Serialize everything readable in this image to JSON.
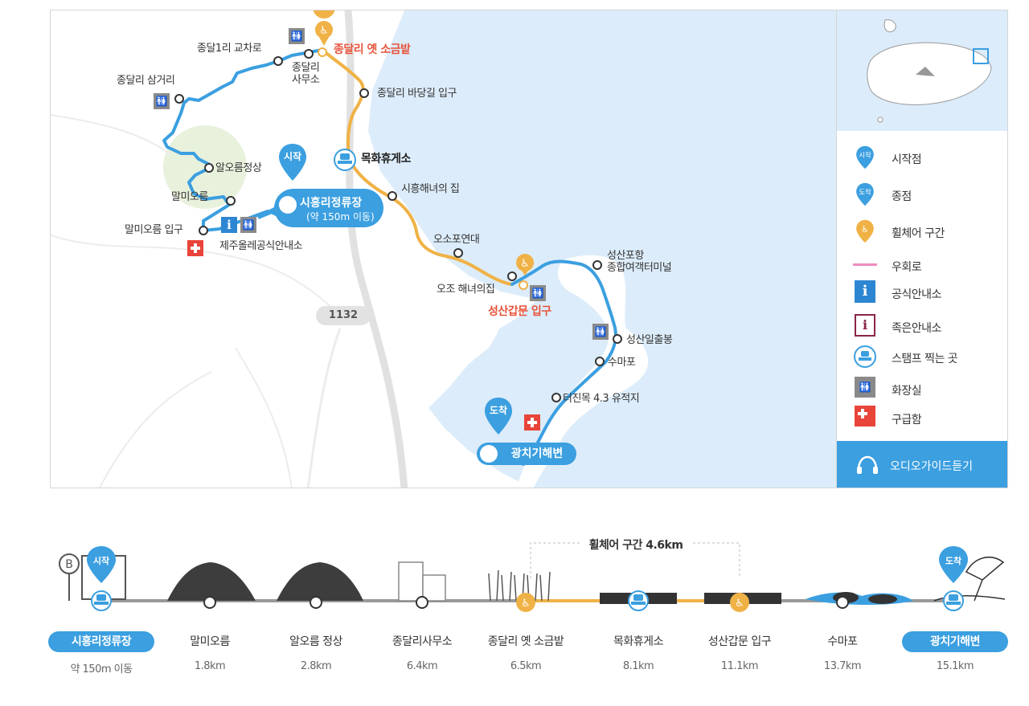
{
  "map": {
    "labels": {
      "jongdal1_junction": "종달1리 교차로",
      "jongdal_office": "종달리\n사무소",
      "jongdal_saltfield": "종달리 옛 소금밭",
      "jongdal_batang": "종달리 바당길 입구",
      "jongdal_samgeori": "종달리 삼거리",
      "mokhwa_rest": "목화휴게소",
      "aloreum_summit": "알오름정상",
      "malmioreum": "말미오름",
      "malmioreum_entrance": "말미오름 입구",
      "olle_info": "제주올레공식안내소",
      "siheung_haenyeo": "시흥해녀의 집",
      "osopo": "오소포연대",
      "ojo_haenyeo": "오조 해녀의집",
      "seongsan_gate": "성산갑문 입구",
      "seongsan_port": "성산포항\n종합여객터미널",
      "seongsan_sunrise": "성산일출봉",
      "sumapo": "수마포",
      "teojinmok": "터진목 4.3 유적지",
      "road_number": "1132"
    },
    "start_pill": {
      "line1": "시흥리정류장",
      "line2": "(약 150m 이동)"
    },
    "end_pill": "광치기해변",
    "start_pin": "시작",
    "end_pin": "도착",
    "colors": {
      "route": "#3b9fe0",
      "wheelchair": "#f0b246",
      "detour": "#f08cc0",
      "sea": "#dcecfa",
      "land": "#ffffff",
      "oreum": "#e8f1dc"
    }
  },
  "legend": {
    "items": [
      {
        "icon": "start-pin-icon",
        "pin_text": "시작",
        "label": "시작점"
      },
      {
        "icon": "end-pin-icon",
        "pin_text": "도착",
        "label": "종점"
      },
      {
        "icon": "wheelchair-pin-icon",
        "label": "휠체어 구간"
      },
      {
        "icon": "detour-line-icon",
        "label": "우회로"
      },
      {
        "icon": "official-info-icon",
        "label": "공식안내소"
      },
      {
        "icon": "small-info-icon",
        "label": "족은안내소"
      },
      {
        "icon": "stamp-icon",
        "label": "스탬프 찍는 곳"
      },
      {
        "icon": "toilet-icon",
        "label": "화장실"
      },
      {
        "icon": "first-aid-icon",
        "label": "구급함"
      }
    ],
    "audio_button": "오디오가이드듣기"
  },
  "profile": {
    "wheelchair_label": "휠체어 구간 4.6km",
    "start_pin": "시작",
    "end_pin": "도착",
    "stops": [
      {
        "name": "시흥리정류장",
        "dist": "약 150m 이동",
        "highlight": true
      },
      {
        "name": "말미오름",
        "dist": "1.8km"
      },
      {
        "name": "알오름 정상",
        "dist": "2.8km"
      },
      {
        "name": "종달리사무소",
        "dist": "6.4km"
      },
      {
        "name": "종달리 옛 소금밭",
        "dist": "6.5km"
      },
      {
        "name": "목화휴게소",
        "dist": "8.1km"
      },
      {
        "name": "성산갑문 입구",
        "dist": "11.1km"
      },
      {
        "name": "수마포",
        "dist": "13.7km"
      },
      {
        "name": "광치기해변",
        "dist": "15.1km",
        "highlight": true
      }
    ]
  }
}
